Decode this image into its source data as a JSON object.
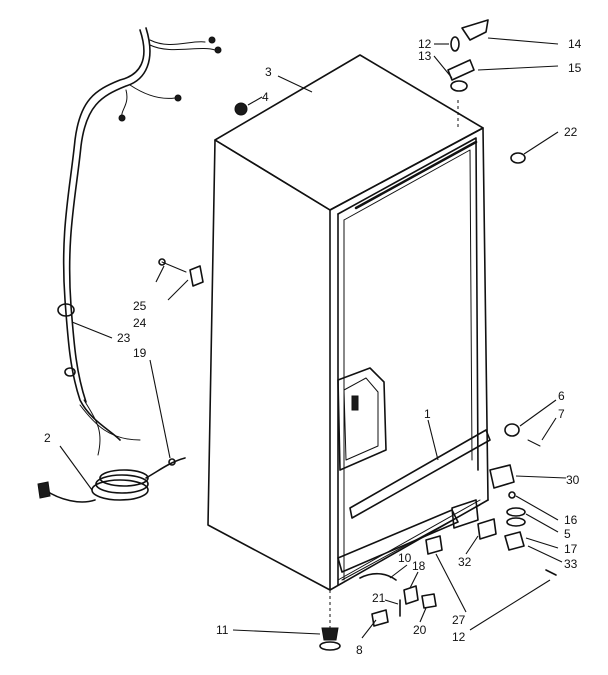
{
  "diagram": {
    "labels": {
      "p1": "1",
      "p2": "2",
      "p3": "3",
      "p4": "4",
      "p5": "5",
      "p6": "6",
      "p7": "7",
      "p8": "8",
      "p10": "10",
      "p11": "11",
      "p12a": "12",
      "p12b": "12",
      "p13": "13",
      "p14": "14",
      "p15": "15",
      "p16": "16",
      "p17": "17",
      "p18": "18",
      "p19": "19",
      "p20": "20",
      "p21": "21",
      "p22": "22",
      "p23": "23",
      "p24": "24",
      "p25": "25",
      "p27": "27",
      "p30": "30",
      "p32": "32",
      "p33": "33"
    }
  }
}
